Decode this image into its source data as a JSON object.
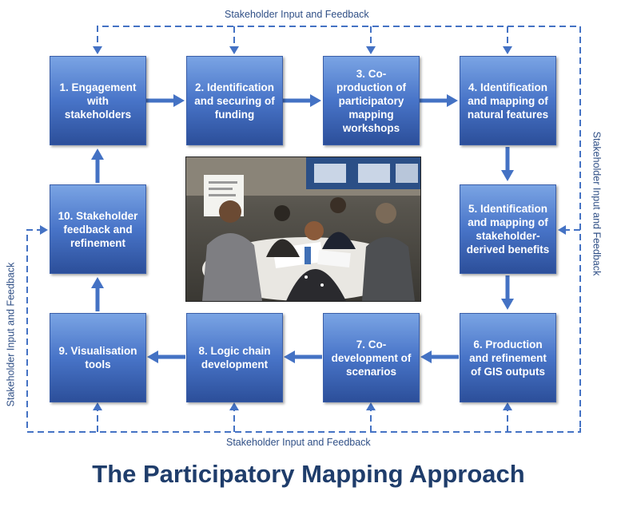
{
  "title": "The Participatory Mapping Approach",
  "feedback_label": "Stakeholder Input and Feedback",
  "steps": [
    {
      "label": "1. Engagement with stakeholders"
    },
    {
      "label": "2. Identification and securing of funding"
    },
    {
      "label": "3. Co-production of participatory mapping workshops"
    },
    {
      "label": "4. Identification and mapping of natural features"
    },
    {
      "label": "5. Identification and mapping of stakeholder-derived benefits"
    },
    {
      "label": "6. Production and refinement of GIS outputs"
    },
    {
      "label": "7. Co-development of scenarios"
    },
    {
      "label": "8. Logic chain development"
    },
    {
      "label": "9. Visualisation tools"
    },
    {
      "label": "10. Stakeholder feedback and refinement"
    }
  ],
  "colors": {
    "box_top": "#7aa4e4",
    "box_bottom": "#2c4f9a",
    "arrow": "#4472c4",
    "feedback_line": "#4472c4",
    "title": "#1f3d6b"
  }
}
